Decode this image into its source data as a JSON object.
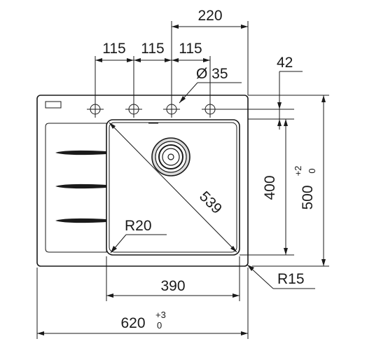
{
  "drawing": {
    "dimensions": {
      "top_overall": "220",
      "hole_spacing_1": "115",
      "hole_spacing_2": "115",
      "hole_spacing_3": "115",
      "hole_diameter": "Ø 35",
      "edge_offset": "42",
      "diagonal": "539",
      "bowl_depth": "400",
      "overall_depth": "500",
      "overall_depth_tol_upper": "+2",
      "overall_depth_tol_lower": "0",
      "inner_radius": "R20",
      "bowl_width": "390",
      "outer_radius": "R15",
      "overall_width": "620",
      "overall_width_tol_upper": "+3",
      "overall_width_tol_lower": "0"
    }
  }
}
